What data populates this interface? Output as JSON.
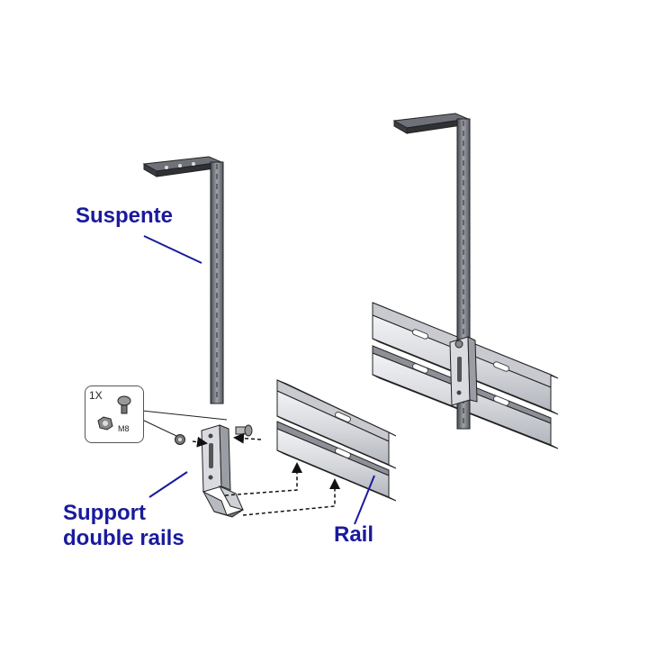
{
  "labels": {
    "suspente": "Suspente",
    "support_line1": "Support",
    "support_line2": "double rails",
    "rail": "Rail"
  },
  "callout": {
    "quantity": "1X",
    "bolt_size": "M8"
  },
  "colors": {
    "label_text": "#1a1a9e",
    "leader_line": "#1a1a9e",
    "metal_light": "#e4e6ea",
    "metal_mid": "#b9bcc3",
    "metal_dark": "#55585e",
    "outline": "#2a2a2a"
  }
}
